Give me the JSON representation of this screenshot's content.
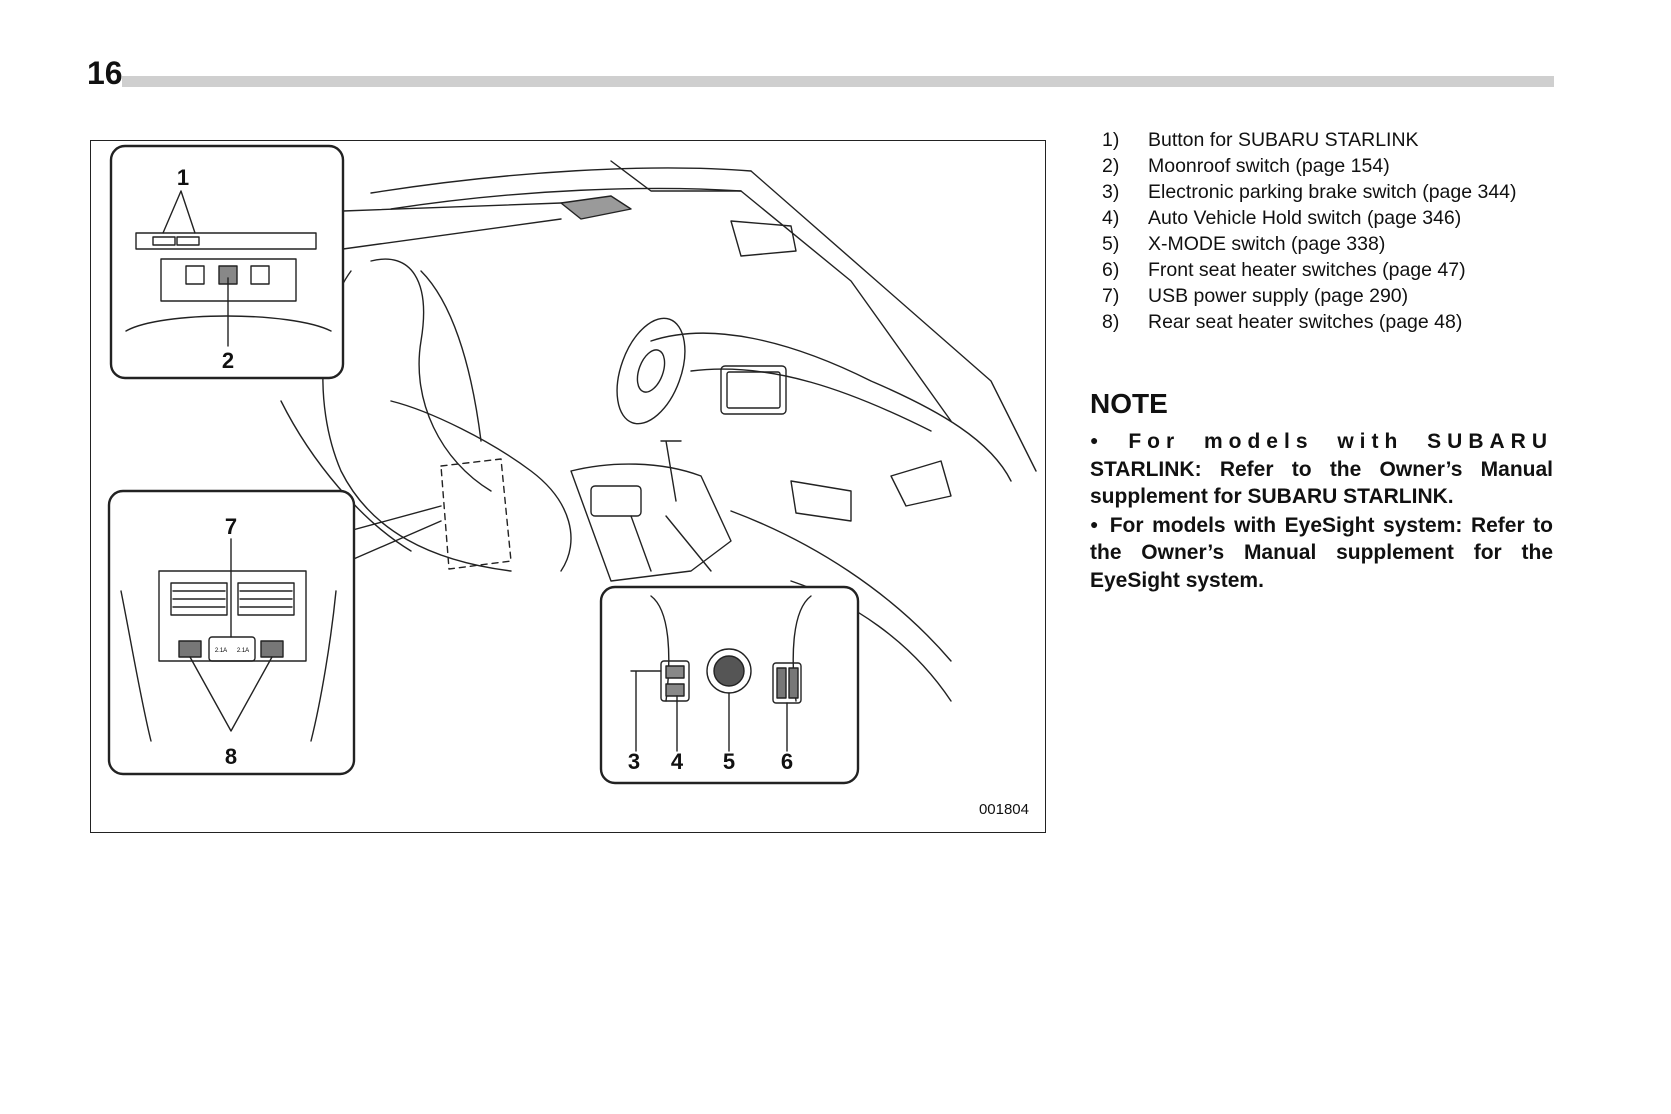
{
  "page": {
    "number": "16"
  },
  "figure": {
    "id": "001804",
    "callouts": {
      "c1": "1",
      "c2": "2",
      "c3": "3",
      "c4": "4",
      "c5": "5",
      "c6": "6",
      "c7": "7",
      "c8": "8"
    },
    "usb_labels": [
      "2.1A",
      "2.1A"
    ]
  },
  "legend": [
    {
      "num": "1)",
      "text": "Button for SUBARU STARLINK"
    },
    {
      "num": "2)",
      "text": "Moonroof switch (page 154)"
    },
    {
      "num": "3)",
      "text": "Electronic parking brake switch (page 344)"
    },
    {
      "num": "4)",
      "text": "Auto Vehicle Hold switch (page 346)"
    },
    {
      "num": "5)",
      "text": "X-MODE switch (page 338)"
    },
    {
      "num": "6)",
      "text": "Front seat heater switches (page 47)"
    },
    {
      "num": "7)",
      "text": "USB power supply (page 290)"
    },
    {
      "num": "8)",
      "text": "Rear seat heater switches (page 48)"
    }
  ],
  "note": {
    "title": "NOTE",
    "bullet": "●",
    "item1_part1": "For models with SUBARU",
    "item1_part2": "STARLINK: Refer to the Owner’s Manual supplement for SUBARU STARLINK.",
    "item2": "For models with EyeSight system: Refer to the Owner’s Manual supplement for the EyeSight system."
  }
}
